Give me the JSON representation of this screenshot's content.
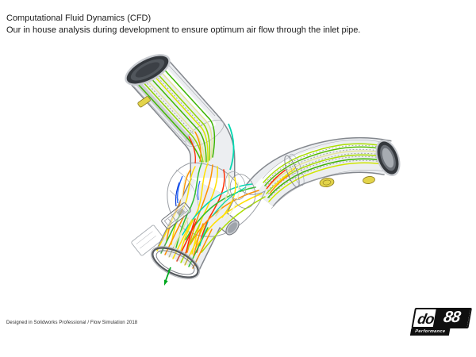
{
  "header": {
    "title": "Computational Fluid Dynamics (CFD)",
    "subtitle": "Our in house analysis during development to ensure optimum air flow through the inlet pipe."
  },
  "figure": {
    "label": "CFD streamline visualization of Y-shaped inlet pipe",
    "parts": [
      "left-inlet-pipe",
      "right-inlet-pipe",
      "junction",
      "outlet-pipe",
      "port-stub",
      "flow-direction-arrow"
    ],
    "palette": {
      "pipe_fill": "#eceef1",
      "pipe_edge": "#83878d",
      "opening_rim": "#34383d",
      "fitting_yellow": "#e3d44a",
      "arrow_green": "#00a81e",
      "streamlines": [
        "#2fbf2f",
        "#44b800",
        "#8fd400",
        "#aadd00",
        "#d6e600",
        "#ffe000",
        "#ff9100",
        "#ff2d00",
        "#00d8b0",
        "#2a6cff",
        "#0a3bd6",
        "#e6e69a"
      ]
    }
  },
  "footer": {
    "credit": "Designed in Solidworks Professional / Flow Simulation 2018"
  },
  "logo": {
    "brand_left": "do",
    "brand_right": "88",
    "tagline": "Performance"
  },
  "colors": {
    "background": "#ffffff",
    "text": "#1b1b1b",
    "logo_black": "#101010"
  }
}
